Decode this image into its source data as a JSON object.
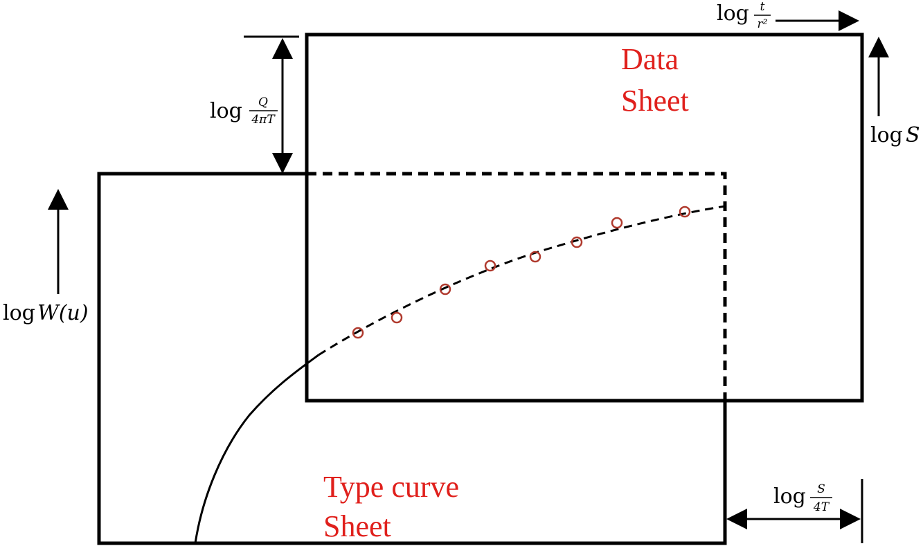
{
  "colors": {
    "sheet_title": "#e0201c",
    "data_points": "#b03a2e",
    "lines": "#000000"
  },
  "data_sheet": {
    "title_line1": "Data",
    "title_line2": "Sheet"
  },
  "type_curve_sheet": {
    "title_line1": "Type curve",
    "title_line2": "Sheet"
  },
  "labels": {
    "log": "log",
    "t_over_r2": {
      "num": "t",
      "den": "r²"
    },
    "log_S": "S",
    "Q_over_4piT": {
      "num": "Q",
      "den": "4πT"
    },
    "W_u": "W(u)",
    "S_over_4T": {
      "num": "S",
      "den": "4T"
    }
  },
  "chart_data": {
    "type": "scatter",
    "points_count": 8
  }
}
